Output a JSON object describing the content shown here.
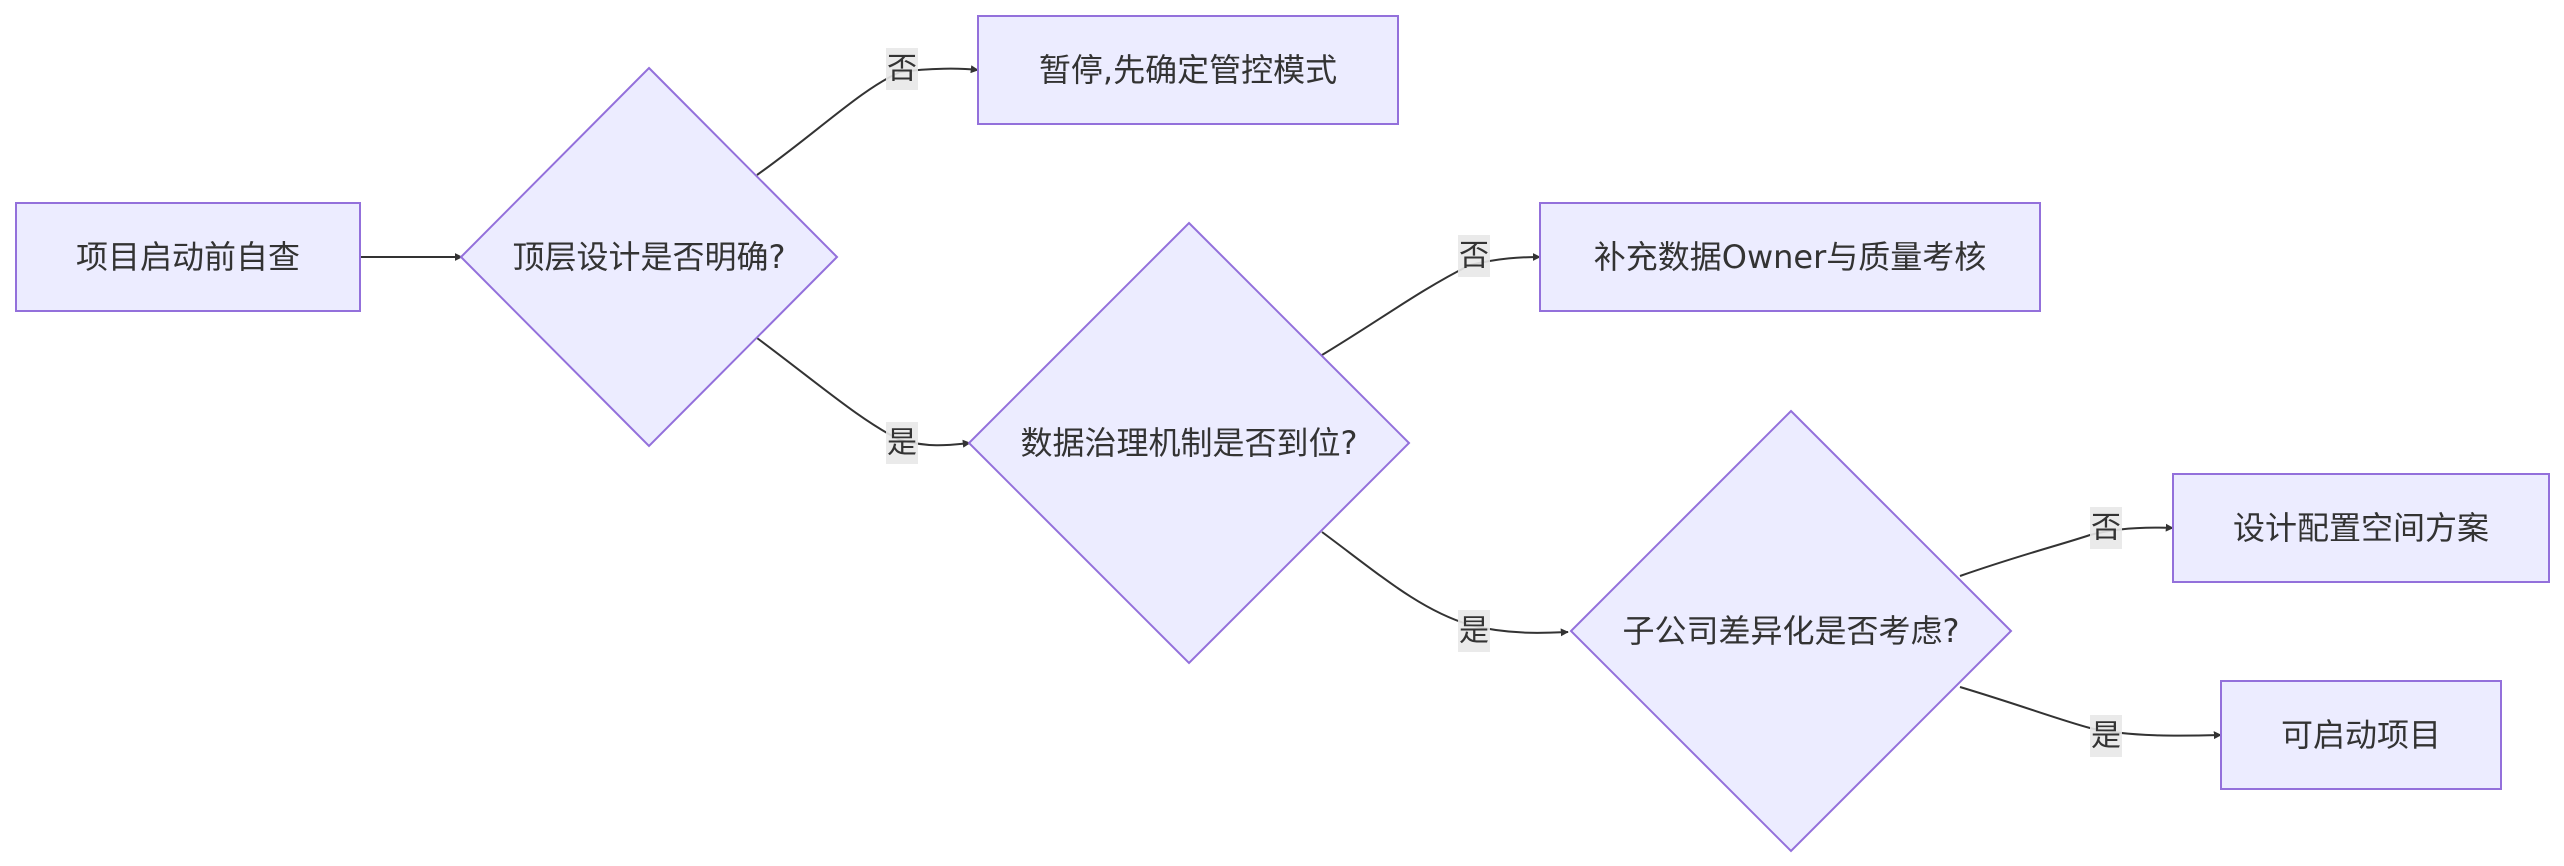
{
  "nodes": {
    "start": "项目启动前自查",
    "q_top_design": "顶层设计是否明确?",
    "pause": "暂停,先确定管控模式",
    "q_governance": "数据治理机制是否到位?",
    "add_owner": "补充数据Owner与质量考核",
    "q_subsidiary": "子公司差异化是否考虑?",
    "config_space": "设计配置空间方案",
    "launch": "可启动项目"
  },
  "edges": {
    "top_no": "否",
    "top_yes": "是",
    "gov_no": "否",
    "gov_yes": "是",
    "sub_no": "否",
    "sub_yes": "是"
  },
  "colors": {
    "node_fill": "#ececff",
    "node_stroke": "#9370db",
    "edge": "#333333",
    "label_bg": "#e8e8e8"
  }
}
